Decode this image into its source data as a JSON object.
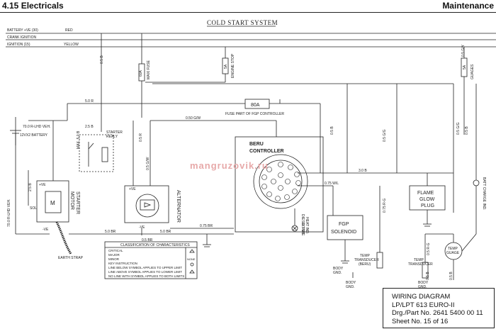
{
  "header": {
    "section": "4.15 Electricals",
    "category": "Maintenance"
  },
  "diagram": {
    "title": "COLD START SYSTEM",
    "bus_lines": {
      "battery": "BATTERY +VE (30)",
      "battery_color": "RED",
      "crank": "CRANK IGNITION",
      "ignition": "IGNITION (15)",
      "ignition_color": "YELLOW"
    },
    "components": {
      "battery": "12VX2 BATTERY",
      "starter_relay": "STARTER\nRELAY",
      "starter_motor": "STARTER\nMOTOR",
      "alternator": "ALTERNATOR",
      "controller": "BERU\nCONTROLLER",
      "fgp_solenoid": "FGP\nSOLENOID",
      "flame_glow_plug": "FLAME\nGLOW\nPLUG",
      "temp_gauge": "TEMP\nGUAGE",
      "temp_transducer_beru": "TEMP\nTRANSDUCER\n(BERU)",
      "temp_transducer": "TEMP\nTRANSDUCER",
      "body_gnd": "BODY\nGND.",
      "earth_strap": "EARTH STRAP",
      "engine_stop": "ENGINE STOP",
      "maxi_fuse": "MAXI FUSE",
      "guages": "GUAGES",
      "fuse_80a": "80A",
      "fuse_80a_note": "FUSE PART OF FGP CONTROLLER",
      "diesel_fire": "DIESEL FIRE\nHEAT IND.",
      "batt_charge": "BATT CHARGE IND.",
      "fuse_5a_1": "5A",
      "fuse_5a_2": "5A",
      "fuse_60a": "60A",
      "plus_ve": "+VE",
      "minus_ve": "-VE",
      "sol": "SOL",
      "motor_m": "M"
    },
    "wire_labels": {
      "w1": "5.0 R",
      "w2": "70.0 R-LHD VEH.",
      "w3": "0.50 G/W",
      "w4": "0.5 G/W",
      "w5": "0.5 B",
      "w6": "0.5 B",
      "w7": "0.5 G/G",
      "w8": "0.5 G/G",
      "w9": "3.0 B",
      "w10": "0.75 W/L",
      "w11": "0.75 R-G",
      "w12": "0.5 R-G",
      "w13": "0.75 BR",
      "w14": "5.0 BR",
      "w15": "5.0 BR",
      "w16": "2.5 B",
      "w17": "2.5 B",
      "w18": "MAX. 5.0 B",
      "w19": "70.0 R-LHD VEH.",
      "w20": "0.5 G/Y",
      "w21": "0.5 L/G",
      "w22": "0.5 R",
      "w23": "0.5 B",
      "w24": "0.5 B",
      "w25": "0.5 B",
      "w26": "0.5 BR"
    },
    "classification": {
      "title": "CLASSIFICATION OF CHARACTERISTICS",
      "rows": [
        "CRITICAL",
        "MAJOR",
        "MINOR",
        "KEY INSTRUCTION",
        "LINE BELOW SYMBOL APPLIES TO UPPER LIMIT",
        "LINE ABOVE SYMBOL APPLIES TO LOWER LIMIT",
        "NO LINE WITH SYMBOL APPLIES TO BOTH LIMITS"
      ],
      "none_label": "NONE"
    },
    "watermark": "mangruzovik.ru"
  },
  "title_block": {
    "line1": "WIRING DIAGRAM",
    "line2": "LP/LPT 613 EURO-II",
    "line3": "Drg./Part No. 2641 5400 00 11",
    "line4": "Sheet No. 15  of 16"
  }
}
